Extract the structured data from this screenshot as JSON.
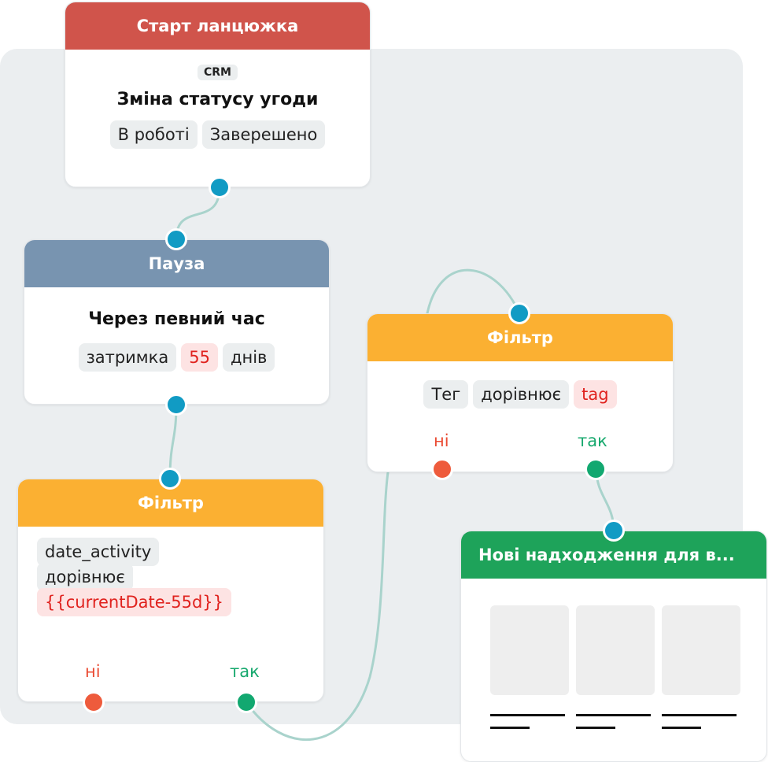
{
  "start_node": {
    "header": "Старт ланцюжка",
    "badge": "CRM",
    "title": "Зміна статусу угоди",
    "chips": [
      "В роботі",
      "Заверешено"
    ]
  },
  "pause_node": {
    "header": "Пауза",
    "title": "Через певний час",
    "chips": [
      "затримка",
      "55",
      "днів"
    ]
  },
  "filter_node_left": {
    "header": "Фільтр",
    "chips": [
      "date_activity",
      "дорівнює",
      "{{currentDate-55d}}"
    ],
    "branch_no": "ні",
    "branch_yes": "так"
  },
  "filter_node_right": {
    "header": "Фільтр",
    "chips": [
      "Тег",
      "дорівнює",
      "tag"
    ],
    "branch_no": "ні",
    "branch_yes": "так"
  },
  "action_node": {
    "header": "Нові надходження для в..."
  },
  "colors": {
    "start_header": "#d0544b",
    "pause_header": "#7894b0",
    "filter_header": "#fbb032",
    "action_header": "#1ea35a",
    "connector": "#119bc4",
    "branch_no": "#ee5b3c",
    "branch_yes": "#12a870",
    "wire": "#a9d3cc"
  }
}
